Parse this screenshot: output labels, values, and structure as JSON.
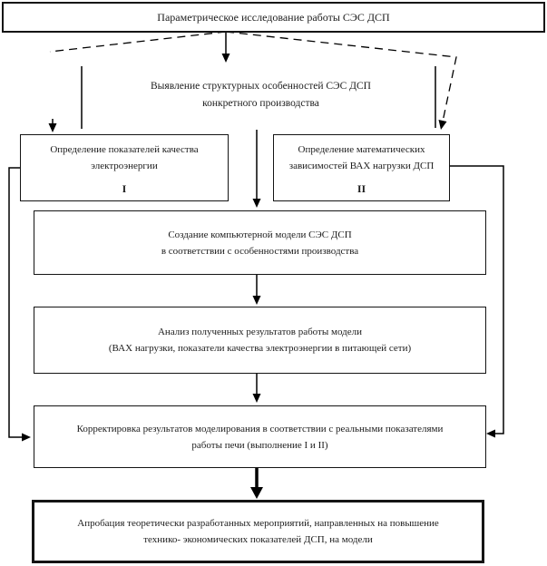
{
  "title": "Параметрическое исследование работы СЭС ДСП",
  "blocks": {
    "identify": {
      "line1": "Выявление структурных особенностей СЭС ДСП",
      "line2": "конкретного производства"
    },
    "quality": {
      "line1": "Определение показателей качества",
      "line2": "электроэнергии",
      "label": "I"
    },
    "math": {
      "line1": "Определение математических",
      "line2": "зависимостей ВАХ нагрузки ДСП",
      "label": "II"
    },
    "model": {
      "line1": "Создание компьютерной модели СЭС ДСП",
      "line2": "в соответствии с особенностями производства"
    },
    "analysis": {
      "line1": "Анализ полученных результатов работы модели",
      "line2": "(ВАХ нагрузки, показатели качества электроэнергии в питающей сети)"
    },
    "correction": {
      "line1": "Корректировка результатов моделирования в соответствии с реальными показателями",
      "line2": "работы печи (выполнение I и II)"
    },
    "final": {
      "line1": "Апробация теоретически разработанных мероприятий, направленных на повышение",
      "line2": "технико- экономических показателей ДСП, на модели"
    }
  },
  "colors": {
    "line": "#000000",
    "background": "#ffffff",
    "text": "#1c1c1c"
  }
}
